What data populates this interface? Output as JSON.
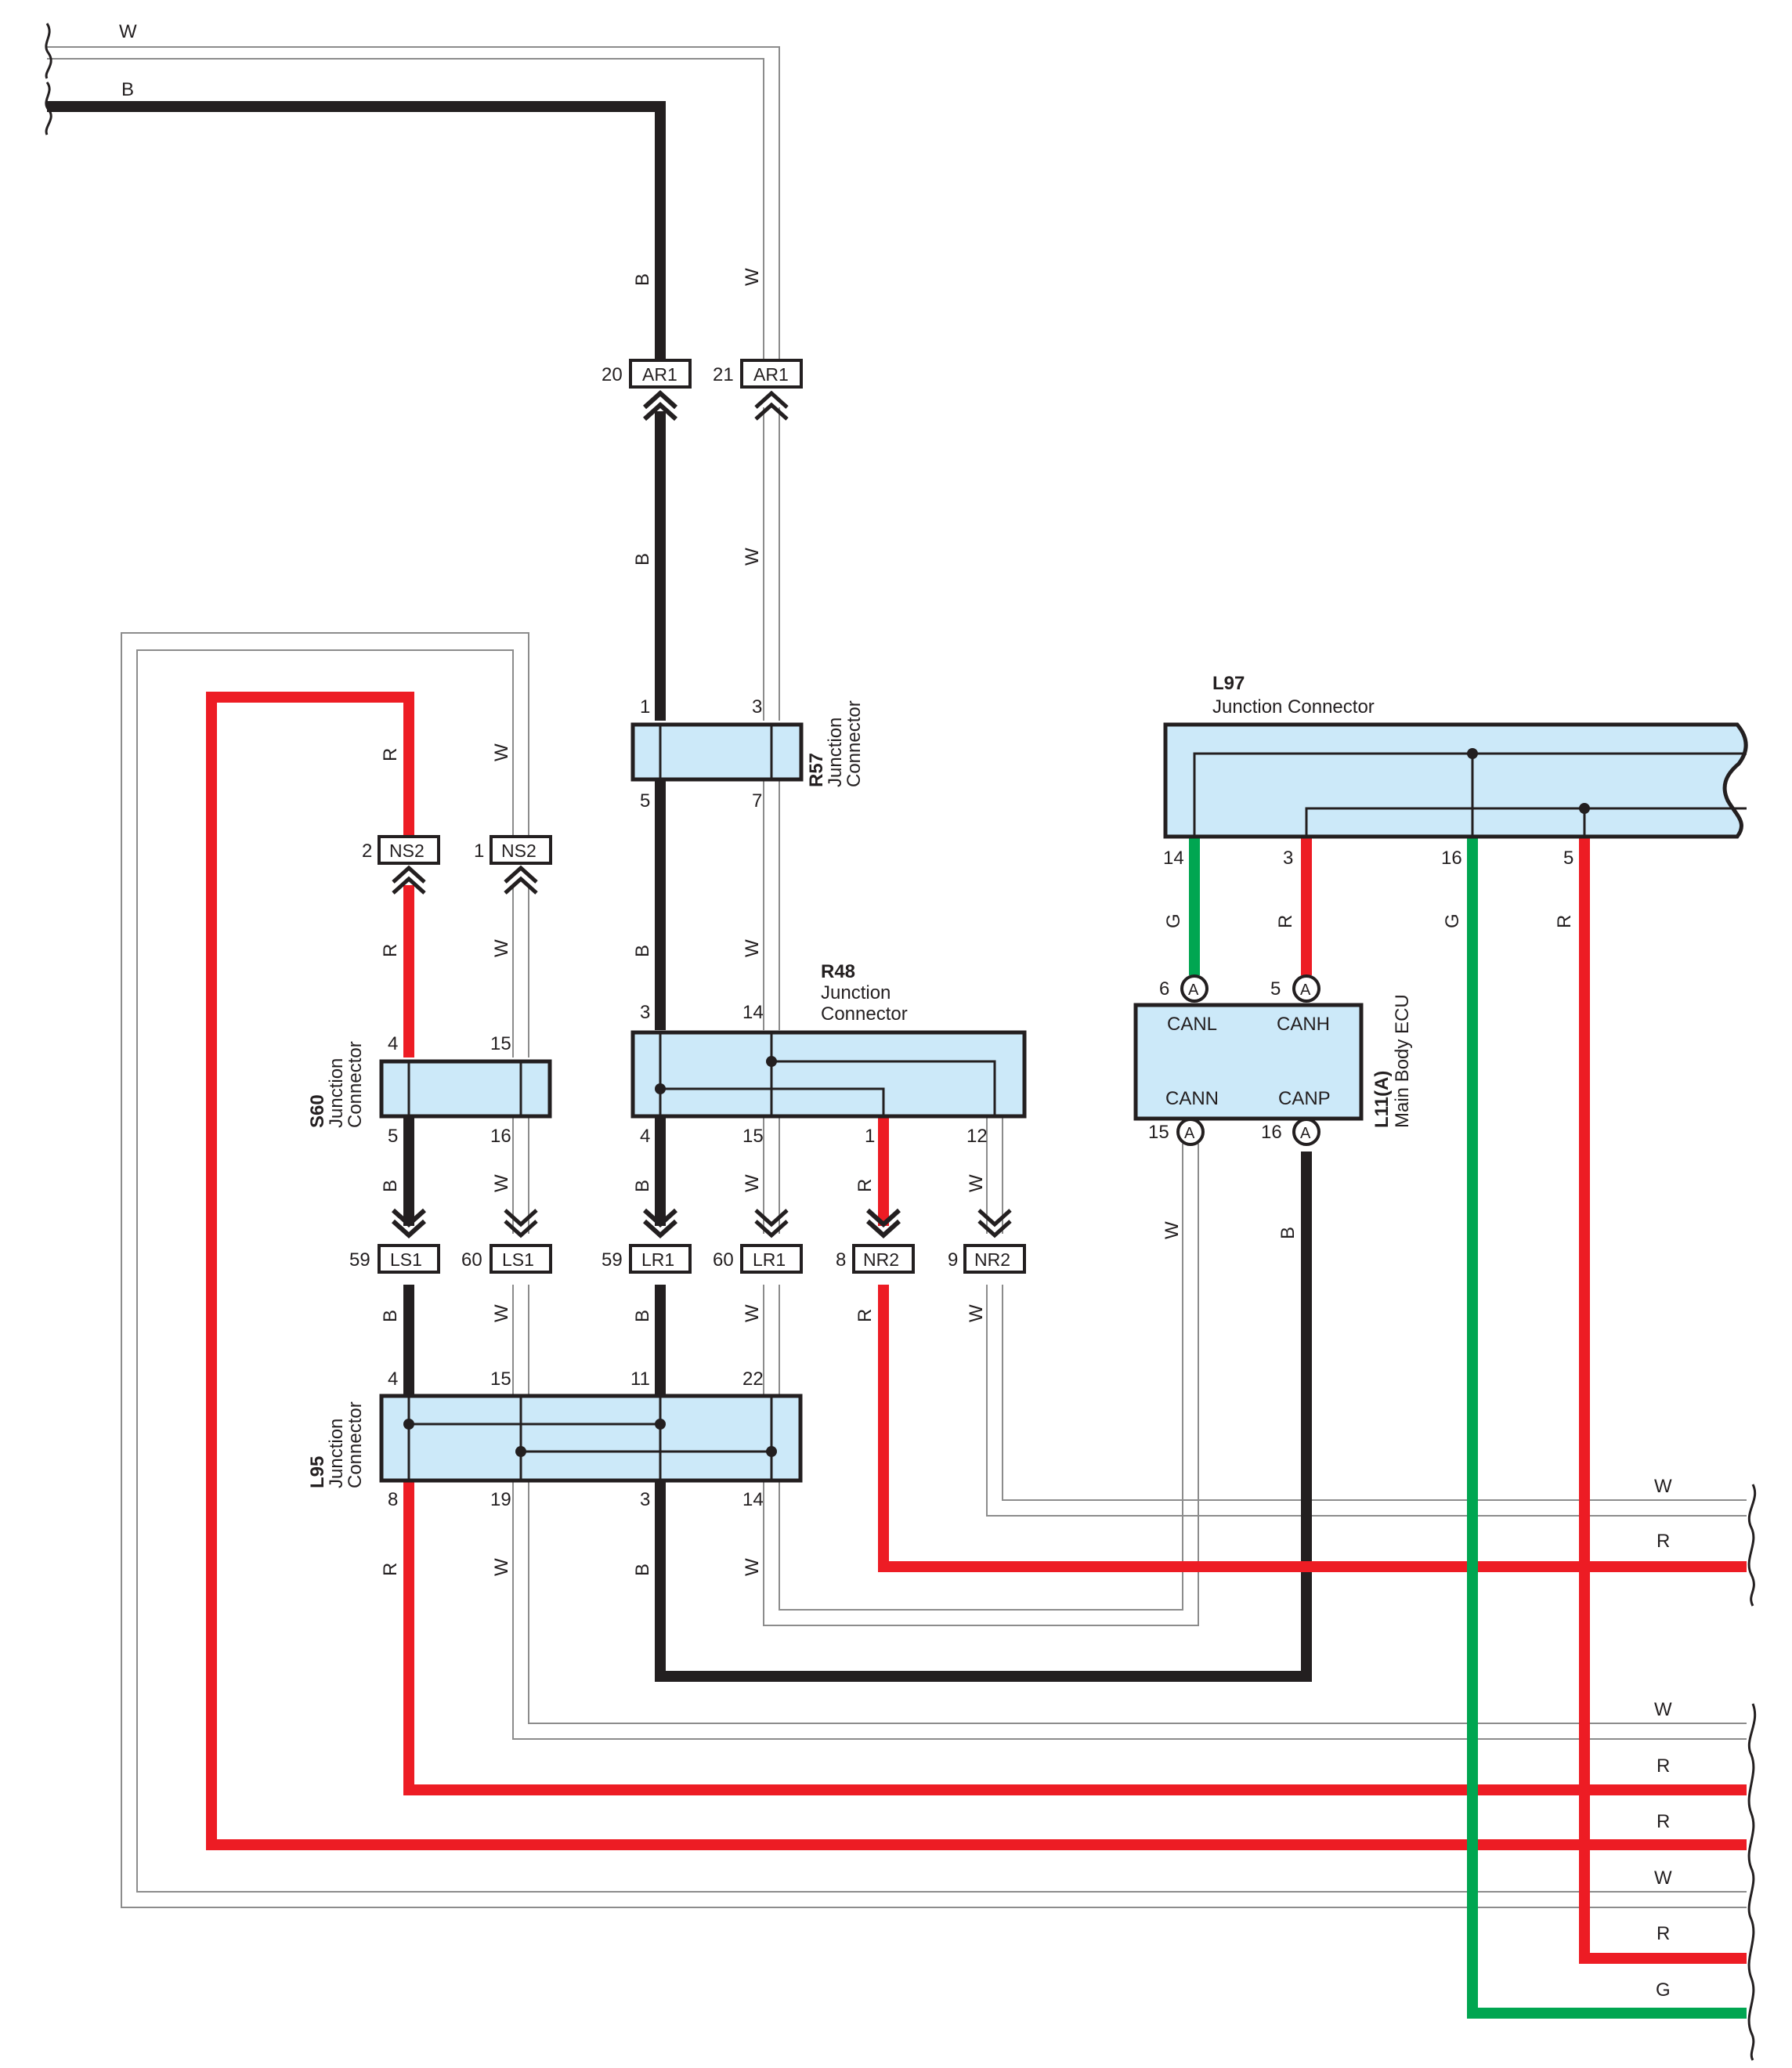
{
  "colors": {
    "B": "#231f20",
    "R": "#ed1c24",
    "G": "#00a651",
    "W": "#ffffff",
    "W_outline": "#8c8c8c",
    "connector_fill": "#cce9f9"
  },
  "components": {
    "l97": {
      "ref": "L97",
      "desc": "Junction Connector",
      "pins": [
        "14",
        "3",
        "16",
        "5"
      ]
    },
    "r57": {
      "ref": "R57",
      "desc1": "Junction",
      "desc2": "Connector",
      "pins": [
        "1",
        "3",
        "5",
        "7"
      ]
    },
    "r48": {
      "ref": "R48",
      "desc1": "Junction",
      "desc2": "Connector",
      "pins": [
        "3",
        "14",
        "4",
        "15",
        "1",
        "12"
      ]
    },
    "s60": {
      "ref": "S60",
      "desc1": "Junction",
      "desc2": "Connector",
      "pins": [
        "4",
        "15",
        "5",
        "16"
      ]
    },
    "l95": {
      "ref": "L95",
      "desc1": "Junction",
      "desc2": "Connector",
      "pins": [
        "4",
        "15",
        "11",
        "22",
        "8",
        "19",
        "3",
        "14"
      ]
    },
    "l11": {
      "ref": "L11(A)",
      "desc": "Main Body ECU",
      "signals": [
        "CANL",
        "CANH",
        "CANN",
        "CANP"
      ],
      "pins": [
        "6",
        "5",
        "15",
        "16"
      ],
      "tag": "A"
    }
  },
  "inline_connectors": [
    {
      "code": "AR1",
      "pin": "20"
    },
    {
      "code": "AR1",
      "pin": "21"
    },
    {
      "code": "NS2",
      "pin": "2"
    },
    {
      "code": "NS2",
      "pin": "1"
    },
    {
      "code": "LS1",
      "pin": "59"
    },
    {
      "code": "LS1",
      "pin": "60"
    },
    {
      "code": "LR1",
      "pin": "59"
    },
    {
      "code": "LR1",
      "pin": "60"
    },
    {
      "code": "NR2",
      "pin": "8"
    },
    {
      "code": "NR2",
      "pin": "9"
    }
  ],
  "wire_labels": {
    "top_w": "W",
    "top_b": "B",
    "ar1_b": "B",
    "ar1_w": "W",
    "ar1_b_below": "B",
    "ar1_w_below": "W",
    "r57_b_below": "B",
    "r57_w_below": "W",
    "s60_r_above": "R",
    "s60_w_above": "W",
    "ns2_r_below": "R",
    "ns2_w_below": "W",
    "l97_g14": "G",
    "l97_r3": "R",
    "l97_g16": "G",
    "l97_r5": "R",
    "s60_b_below": "B",
    "s60_w_below": "W",
    "r48_b_below": "B",
    "r48_w_below": "W",
    "r48_r_below": "R",
    "r48_w12_below": "W",
    "ecu_w_below": "W",
    "ecu_b_below": "B",
    "ls1_b": "B",
    "ls1_w": "W",
    "lr1_b": "B",
    "lr1_w": "W",
    "nr2_r": "R",
    "nr2_w": "W",
    "l95_r_below": "R",
    "l95_w_below": "W",
    "l95_b_below": "B",
    "l95_w14_below": "W",
    "right_1": "W",
    "right_2": "R",
    "right_3": "W",
    "right_4": "R",
    "right_5": "R",
    "right_6": "W",
    "right_7": "R",
    "right_8": "G"
  }
}
